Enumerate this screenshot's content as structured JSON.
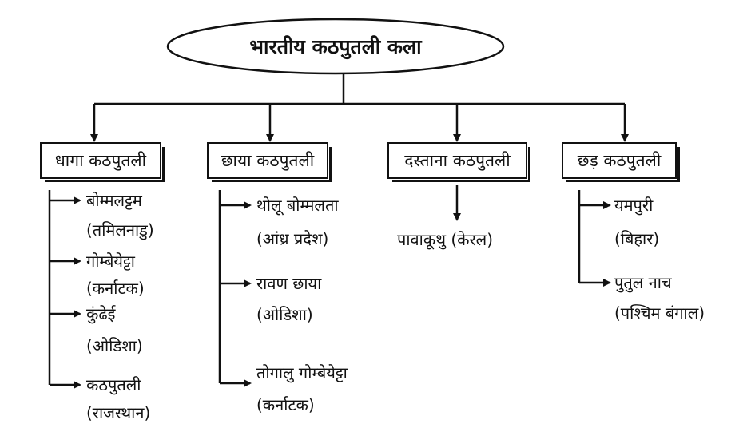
{
  "root": {
    "label": "भारतीय कठपुतली कला"
  },
  "categories": [
    {
      "label": "धागा कठपुतली",
      "items": [
        {
          "name": "बोम्मलट्टम",
          "region": "(तमिलनाडु)"
        },
        {
          "name": "गोम्बेयेट्टा",
          "region": "(कर्नाटक)"
        },
        {
          "name": "कुंढेई",
          "region": "(ओडिशा)"
        },
        {
          "name": "कठपुतली",
          "region": "(राजस्थान)"
        }
      ]
    },
    {
      "label": "छाया कठपुतली",
      "items": [
        {
          "name": "थोलू बोम्मलता",
          "region": "(आंध्र प्रदेश)"
        },
        {
          "name": "रावण छाया",
          "region": "(ओडिशा)"
        },
        {
          "name": "तोगालु गोम्बेयेट्टा",
          "region": "(कर्नाटक)"
        }
      ]
    },
    {
      "label": "दस्ताना कठपुतली",
      "items": [
        {
          "name": "पावाकूथु",
          "region": "(केरल)"
        }
      ]
    },
    {
      "label": "छड़ कठपुतली",
      "items": [
        {
          "name": "यमपुरी",
          "region": "(बिहार)"
        },
        {
          "name": "पुतुल नाच",
          "region": "(पश्चिम बंगाल)"
        }
      ]
    }
  ]
}
